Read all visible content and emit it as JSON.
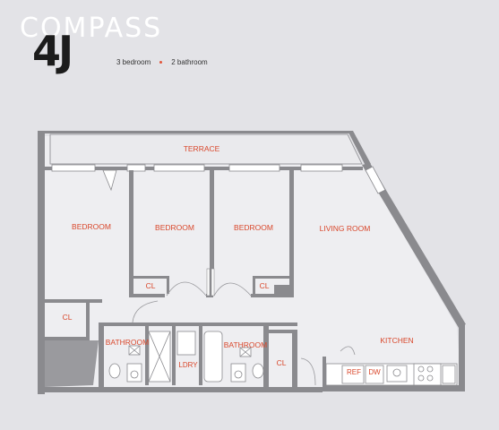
{
  "brand": "COMPASS",
  "unit": "4J",
  "summary": {
    "bedrooms": "3 bedroom",
    "bathrooms": "2 bathroom"
  },
  "colors": {
    "accent": "#d9472b",
    "wall": "#8a8a8e",
    "floor": "#eeeef1",
    "background": "#e3e3e7"
  },
  "rooms": {
    "terrace": "TERRACE",
    "bedroom_1": "BEDROOM",
    "bedroom_2": "BEDROOM",
    "bedroom_3": "BEDROOM",
    "living_room": "LIVING ROOM",
    "kitchen": "KITCHEN",
    "bathroom_1": "BATHROOM",
    "bathroom_2": "BATHROOM",
    "closet_1": "CL",
    "closet_2": "CL",
    "closet_3": "CL",
    "closet_4": "CL",
    "laundry": "LDRY",
    "refrigerator": "REF",
    "dishwasher": "DW"
  }
}
